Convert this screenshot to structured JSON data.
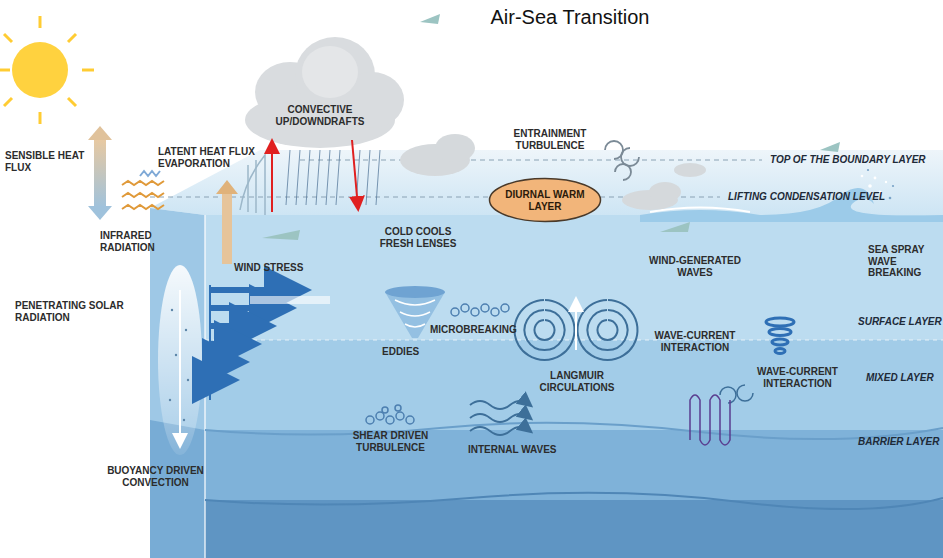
{
  "diagram": {
    "title": "Air-Sea Transition",
    "nodes": [
      {
        "text": [
          "DIURNAL WARM LAYER"
        ]
      }
    ],
    "labels": [
      "SENSIBLE HEAT FLUX",
      "LATENT HEAT FLUX EVAPORATION",
      "INFRARED RADIATION",
      "PENETRATING SOLAR RADIATION",
      "CONVECTIVE UP/DOWNDRAFTS",
      "ENTRAINMENT TURBULENCE",
      "TOP OF THE BOUNDARY LAYER",
      "LIFTING CONDENSATION LEVEL",
      "COLD COOLS FRESH LENSES",
      "WIND STRESS",
      "WIND-GENERATED WAVES",
      "SEA SPRAY WAVE BREAKING",
      "SURFACE LAYER",
      "EDDIES",
      "MICROBREAKING",
      "WAVE-CURRENT INTERACTION",
      "WAVE-CURRENT INTERACTION",
      "MIXED LAYER",
      "LANGMUIR CIRCULATIONS",
      "SHEAR DRIVEN TURBULENCE",
      "INTERNAL WAVES",
      "BARRIER LAYER",
      "BUOYANCY DRIVEN CONVECTION"
    ]
  }
}
